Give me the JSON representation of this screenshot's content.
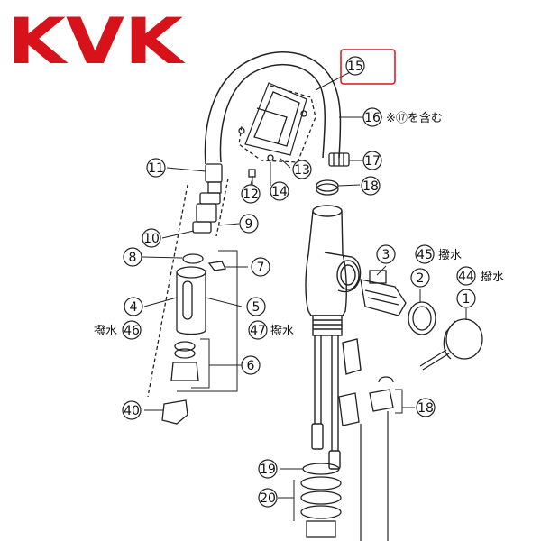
{
  "logo": {
    "text": "KVK",
    "color": "#d8121a"
  },
  "highlight_color": "#d8121a",
  "callouts": {
    "p1": "1",
    "p2": "2",
    "p3": "3",
    "p4": "4",
    "p5": "5",
    "p6": "6",
    "p7": "7",
    "p8": "8",
    "p9": "9",
    "p10": "10",
    "p11": "11",
    "p12": "12",
    "p13": "13",
    "p14": "14",
    "p15": "15",
    "p16": "16",
    "p17": "17",
    "p18a": "18",
    "p18b": "18",
    "p19": "19",
    "p20": "20",
    "p40": "40",
    "p44": "44",
    "p45": "45",
    "p46": "46",
    "p47": "47"
  },
  "notes": {
    "p16_note": "※⑰を含む",
    "p45_water_repellent": "撥水",
    "p44_water_repellent": "撥水",
    "p46_water_repellent": "撥水",
    "p47_water_repellent": "撥水"
  }
}
